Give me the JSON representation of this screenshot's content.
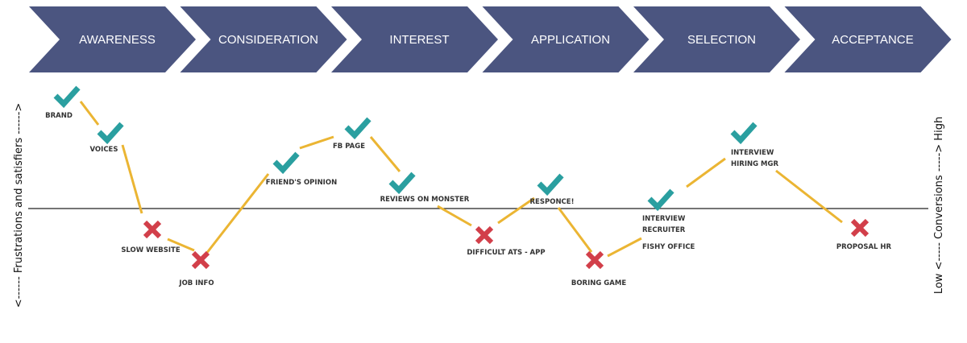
{
  "colors": {
    "stage": "#4b5580",
    "check": "#2a9fa0",
    "cross": "#d23f4a",
    "path": "#ebb533",
    "baseline": "#222222"
  },
  "stages": [
    "AWARENESS",
    "CONSIDERATION",
    "INTEREST",
    "APPLICATION",
    "SELECTION",
    "ACCEPTANCE"
  ],
  "left_axis_label": "<------ Frustrations and satisfiers ------>",
  "right_axis_label": "Low <----- Conversions -----> High",
  "touchpoints": [
    {
      "type": "check",
      "label": [
        "BRAND"
      ]
    },
    {
      "type": "check",
      "label": [
        "VOICES"
      ]
    },
    {
      "type": "cross",
      "label": [
        "SLOW WEBSITE"
      ]
    },
    {
      "type": "cross",
      "label": [
        "JOB INFO"
      ]
    },
    {
      "type": "check",
      "label": [
        "FRIEND'S OPINION"
      ]
    },
    {
      "type": "check",
      "label": [
        "FB PAGE"
      ]
    },
    {
      "type": "check",
      "label": [
        "REVIEWS ON MONSTER"
      ]
    },
    {
      "type": "cross",
      "label": [
        "DIFFICULT ATS - APP"
      ]
    },
    {
      "type": "check",
      "label": [
        "RESPONCE!"
      ]
    },
    {
      "type": "cross",
      "label": [
        "BORING GAME"
      ]
    },
    {
      "type": "check",
      "label": [
        "INTERVIEW",
        "RECRUITER"
      ]
    },
    {
      "type": "note",
      "label": [
        "FISHY OFFICE"
      ]
    },
    {
      "type": "check",
      "label": [
        "INTERVIEW",
        "HIRING MGR"
      ]
    },
    {
      "type": "cross",
      "label": [
        "PROPOSAL HR"
      ]
    }
  ]
}
